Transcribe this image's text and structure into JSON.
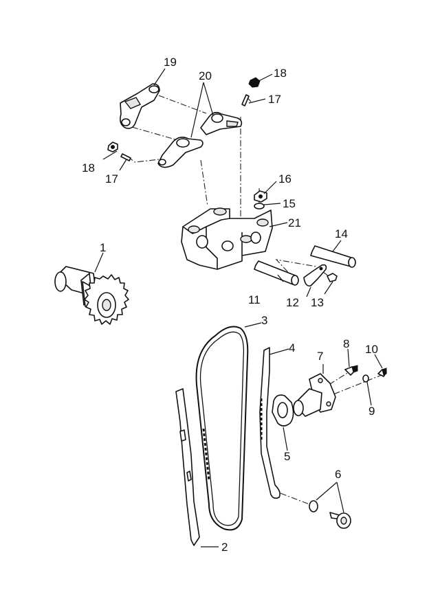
{
  "callouts": {
    "c1": "1",
    "c2": "2",
    "c3": "3",
    "c4": "4",
    "c5": "5",
    "c6": "6",
    "c7": "7",
    "c8": "8",
    "c9": "9",
    "c10": "10",
    "c11": "11",
    "c12": "12",
    "c13": "13",
    "c14": "14",
    "c15": "15",
    "c16": "16",
    "c17a": "17",
    "c17b": "17",
    "c18a": "18",
    "c18b": "18",
    "c19": "19",
    "c20": "20",
    "c21": "21"
  }
}
